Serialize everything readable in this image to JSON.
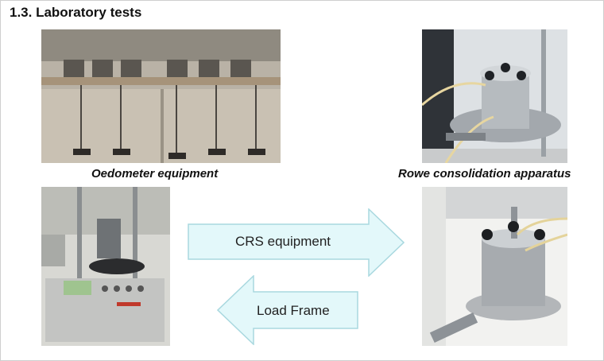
{
  "slide": {
    "title": "1.3.  Laboratory tests"
  },
  "photos": {
    "oedometer": {
      "caption": "Oedometer equipment",
      "icon": "oedometer-photo"
    },
    "rowe": {
      "caption": "Rowe consolidation apparatus",
      "icon": "rowe-cell-photo"
    },
    "crs_machine": {
      "icon": "crs-machine-photo"
    },
    "rowe_cell": {
      "icon": "rowe-cell-closeup-photo"
    }
  },
  "arrows": {
    "right": {
      "label": "CRS equipment",
      "fill": "#e3f8fa",
      "stroke": "#a9d8df"
    },
    "left": {
      "label": "Load Frame",
      "fill": "#e3f8fa",
      "stroke": "#a9d8df"
    }
  }
}
